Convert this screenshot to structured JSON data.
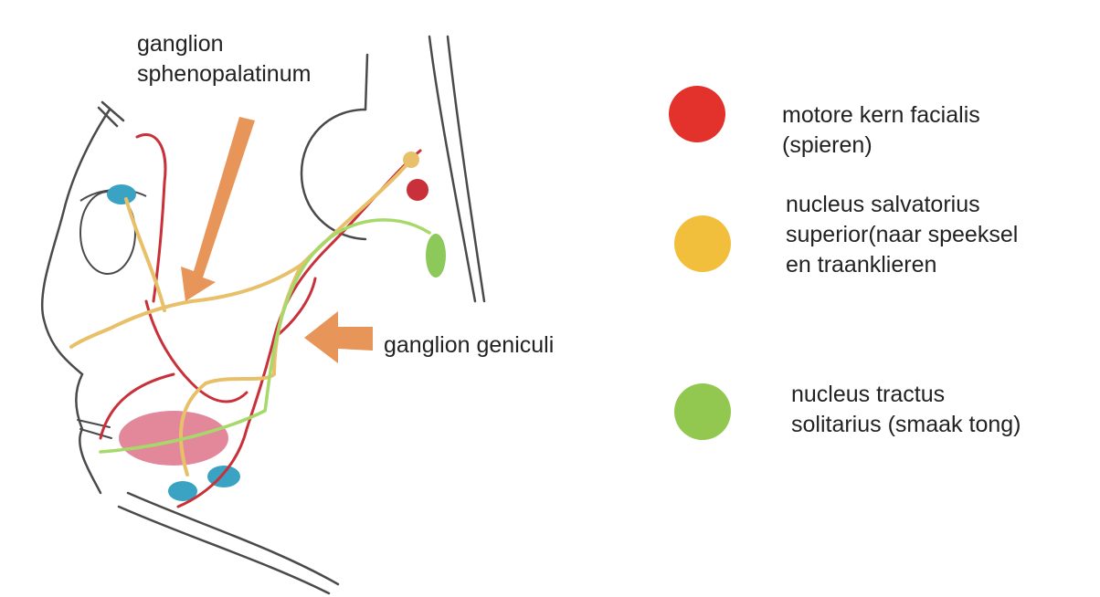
{
  "labels": {
    "sphenopalatinum": "ganglion\nsphenopalatinum",
    "geniculi": "ganglion geniculi"
  },
  "legend": [
    {
      "label": "motore kern facialis\n(spieren)",
      "color": "#e3322b"
    },
    {
      "label": "nucleus salvatorius\nsuperior(naar speeksel\nen traanklieren",
      "color": "#f2bf3c"
    },
    {
      "label": "nucleus tractus\nsolitarius (smaak tong)",
      "color": "#92c84f"
    }
  ],
  "colors": {
    "motor": "#c8303a",
    "salivatory": "#e9c06a",
    "solitary": "#a6d96a",
    "arrow": "#e8955a",
    "pencil": "#4a4a4a",
    "ganglion_blue": "#3aa3c4",
    "muscle_pink": "#d9607a"
  }
}
